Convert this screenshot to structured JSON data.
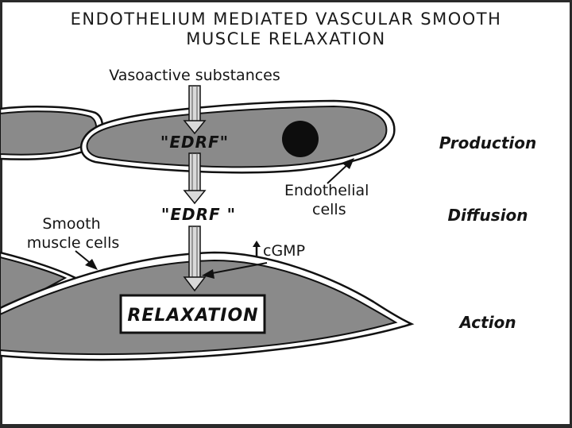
{
  "title": {
    "line1": "ENDOTHELIUM MEDIATED VASCULAR SMOOTH",
    "line2": "MUSCLE RELAXATION"
  },
  "labels": {
    "vasoactive": "Vasoactive substances",
    "edrf_cell": "\"EDRF\"",
    "edrf_diffusion": "\"EDRF \"",
    "endothelial_line1": "Endothelial",
    "endothelial_line2": "cells",
    "smooth_line1": "Smooth",
    "smooth_line2": "muscle cells",
    "cgmp": "cGMP",
    "relaxation": "RELAXATION"
  },
  "stages": {
    "production": "Production",
    "diffusion": "Diffusion",
    "action": "Action"
  },
  "colors": {
    "cell_fill": "#8a8a8a",
    "outline": "#111111",
    "background": "#ffffff"
  }
}
